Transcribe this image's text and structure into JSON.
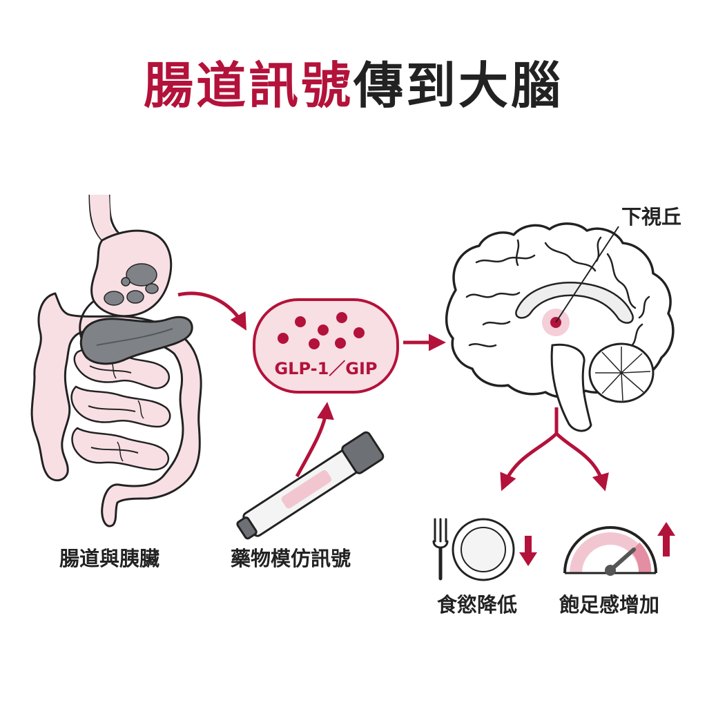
{
  "title": {
    "part1": "腸道訊號",
    "part2": "傳到大腦"
  },
  "labels": {
    "gut": "腸道與胰臟",
    "drug": "藥物模仿訊號",
    "hormone": "GLP-1／GIP",
    "hypothalamus": "下視丘",
    "appetite": "食慾降低",
    "satiety": "飽足感增加"
  },
  "colors": {
    "accent": "#b3123a",
    "pink_fill": "#f7dfe4",
    "organ_gray": "#7f8388",
    "outline": "#222222"
  },
  "icons": [
    "stomach-icon",
    "pancreas-icon",
    "intestines-icon",
    "injection-pen-icon",
    "brain-icon",
    "plate-icon",
    "fork-icon",
    "gauge-icon",
    "down-arrow-icon",
    "up-arrow-icon"
  ]
}
